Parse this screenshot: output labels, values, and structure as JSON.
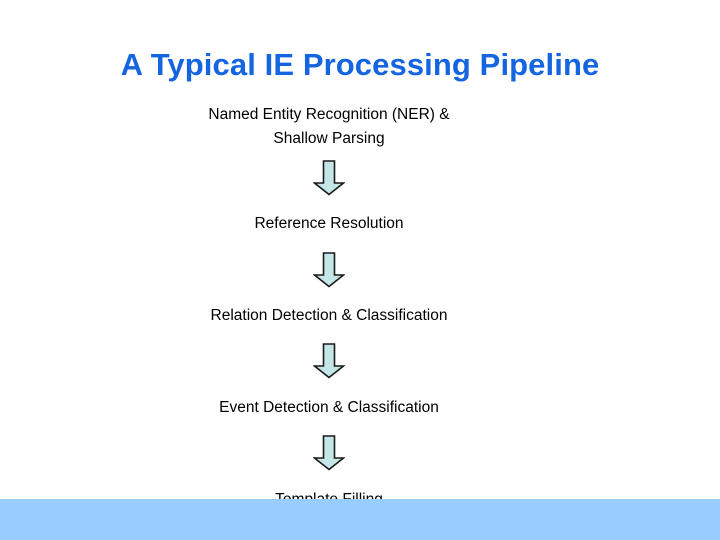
{
  "slide": {
    "title": "A Typical IE Processing Pipeline",
    "title_color": "#1565E0",
    "background_color": "#FFFFFF",
    "footer_bar_color": "#99CCFF"
  },
  "pipeline": {
    "arrow_fill_color": "#C5E6E6",
    "arrow_outline_color": "#1A1A1A",
    "arrow_icon_name": "down-block-arrow-icon",
    "stages": [
      {
        "label": "Named Entity Recognition (NER) &\nShallow Parsing"
      },
      {
        "label": "Reference Resolution"
      },
      {
        "label": "Relation Detection & Classification"
      },
      {
        "label": "Event Detection & Classification"
      },
      {
        "label": "Template Filling"
      }
    ]
  }
}
